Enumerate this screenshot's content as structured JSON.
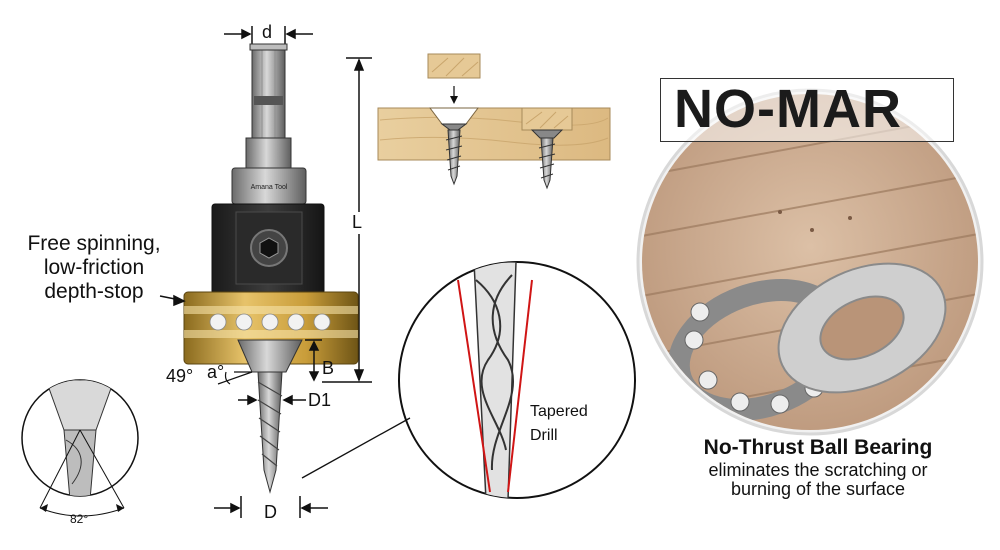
{
  "callout": {
    "line1": "Free spinning,",
    "line2": "low-friction",
    "line3": "depth-stop"
  },
  "dimensions": {
    "d": "d",
    "L": "L",
    "B": "B",
    "D1": "D1",
    "D": "D",
    "angle_49": "49°",
    "angle_a": "a°",
    "angle_82": "82°"
  },
  "brand_on_shank": "Amana Tool",
  "logo": "NO-MAR",
  "detail_label": {
    "line1": "Tapered",
    "line2": "Drill"
  },
  "bearing": {
    "title": "No-Thrust Ball Bearing",
    "line1": "eliminates the scratching or",
    "line2": "burning of the surface"
  }
}
